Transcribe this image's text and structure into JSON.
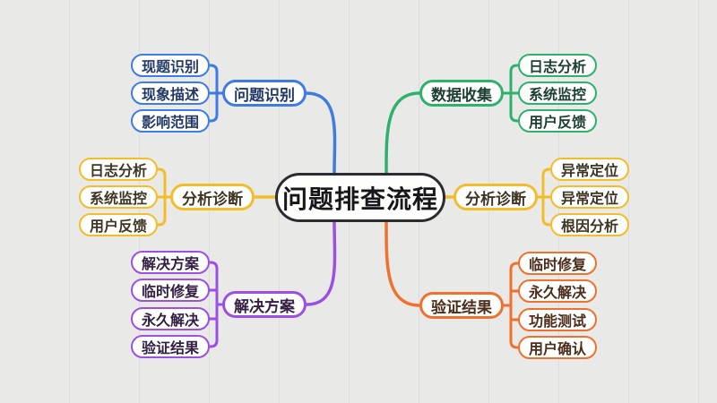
{
  "title": "问题排查流程",
  "background": {
    "color": "#e9e9e7",
    "ruled_line_color": "#dcdde1"
  },
  "center": {
    "label": "问题排查流程",
    "fill": "#fefefd",
    "border_color": "#2b2b31",
    "text_color": "#17171b"
  },
  "branches": [
    {
      "id": "problem-identify",
      "label": "问题识别",
      "side": "left",
      "position": "top",
      "color": "#3e7be2",
      "text_color": "#233a66",
      "children": [
        "现题识别",
        "现象描述",
        "影响范围"
      ]
    },
    {
      "id": "analyze-diagnose-left",
      "label": "分析诊断",
      "side": "left",
      "position": "middle",
      "color": "#f2bd2a",
      "text_color": "#3f3524",
      "children": [
        "日志分析",
        "系统监控",
        "用户反馈"
      ]
    },
    {
      "id": "solution",
      "label": "解决方案",
      "side": "left",
      "position": "bottom",
      "color": "#9c4fe1",
      "text_color": "#342046",
      "children": [
        "解决方案",
        "临时修复",
        "永久解决",
        "验证结果"
      ]
    },
    {
      "id": "data-collection",
      "label": "数据收集",
      "side": "right",
      "position": "top",
      "color": "#2fb16e",
      "text_color": "#1d4034",
      "children": [
        "日志分析",
        "系统监控",
        "用户反馈"
      ]
    },
    {
      "id": "analyze-diagnose-right",
      "label": "分析诊断",
      "side": "right",
      "position": "middle",
      "color": "#f2bd2a",
      "text_color": "#3f3524",
      "children": [
        "异常定位",
        "异常定位",
        "根因分析"
      ]
    },
    {
      "id": "verify-result",
      "label": "验证结果",
      "side": "right",
      "position": "bottom",
      "color": "#f0702f",
      "text_color": "#4c2c1b",
      "children": [
        "临时修复",
        "永久解决",
        "功能测试",
        "用户确认"
      ]
    }
  ]
}
